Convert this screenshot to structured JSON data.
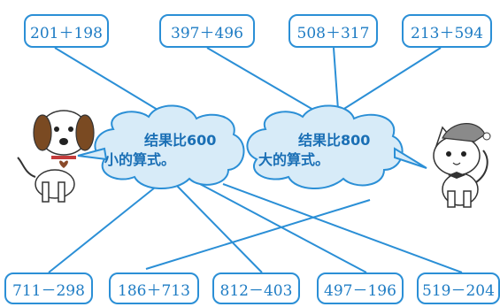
{
  "top_expressions": [
    "201＋198",
    "397＋496",
    "508＋317",
    "213＋594"
  ],
  "bottom_expressions": [
    "711－298",
    "186＋713",
    "812－403",
    "497－196",
    "519－204"
  ],
  "cloud_left": {
    "line1": "结果比600",
    "line2": "小的算式。"
  },
  "cloud_right": {
    "line1": "结果比800",
    "line2": "大的算式。"
  },
  "characters": [
    "dog-icon",
    "cat-icon"
  ],
  "colors": {
    "box_border": "#2b8fd6",
    "text": "#1e7cc4",
    "cloud_fill": "#d7ebf8",
    "line": "#2b8fd6"
  }
}
